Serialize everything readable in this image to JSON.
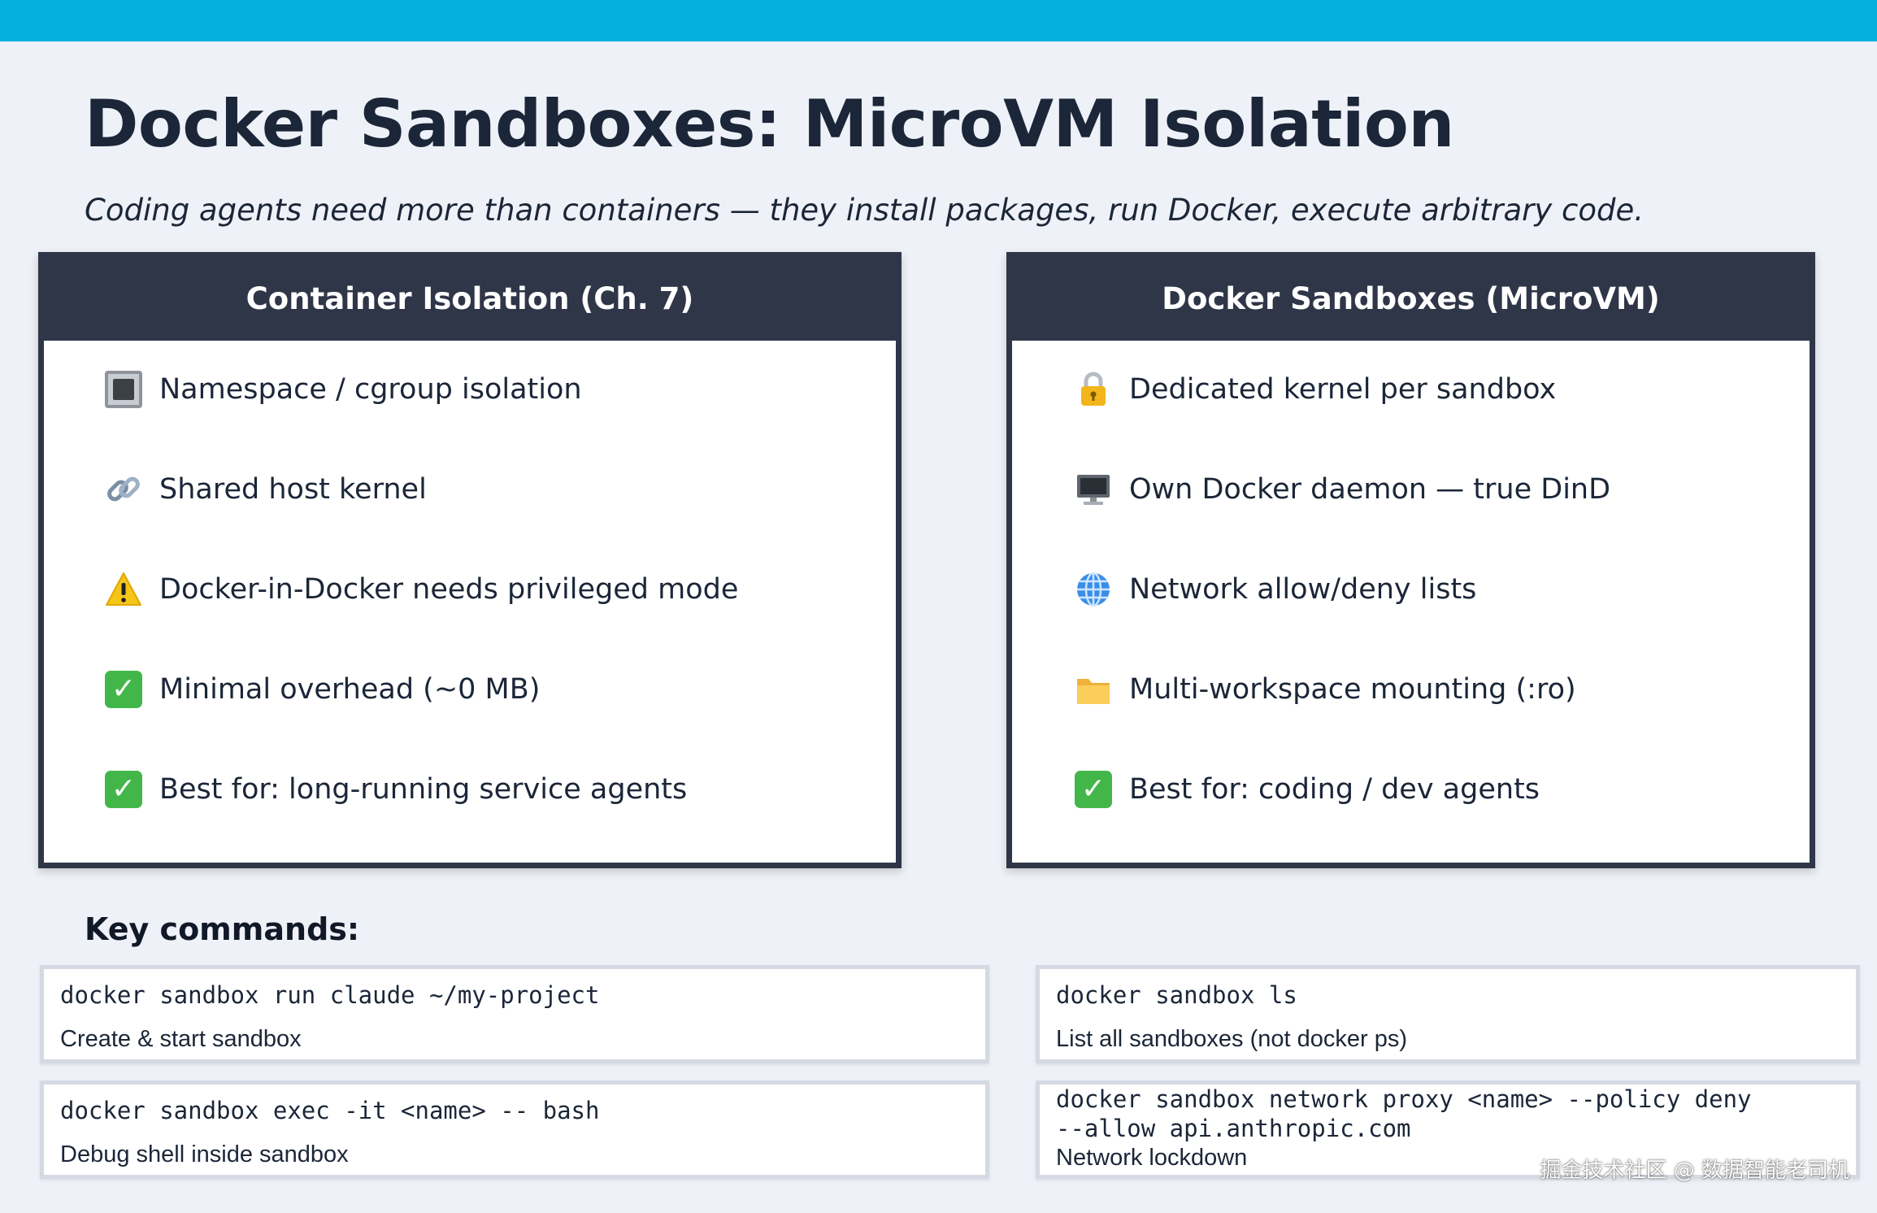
{
  "title": "Docker Sandboxes: MicroVM Isolation",
  "subtitle": "Coding agents need more than containers — they install packages, run Docker, execute arbitrary code.",
  "panels": {
    "container": {
      "header": "Container Isolation (Ch. 7)",
      "items": [
        {
          "icon": "square-icon",
          "text": "Namespace / cgroup isolation"
        },
        {
          "icon": "link-icon",
          "text": "Shared host kernel"
        },
        {
          "icon": "warning-icon",
          "text": "Docker-in-Docker needs privileged mode"
        },
        {
          "icon": "check-icon",
          "text": "Minimal overhead (~0 MB)"
        },
        {
          "icon": "check-icon",
          "text": "Best for: long-running service agents"
        }
      ]
    },
    "sandbox": {
      "header": "Docker Sandboxes (MicroVM)",
      "items": [
        {
          "icon": "lock-icon",
          "text": "Dedicated kernel per sandbox"
        },
        {
          "icon": "monitor-icon",
          "text": "Own Docker daemon — true DinD"
        },
        {
          "icon": "globe-icon",
          "text": "Network allow/deny lists"
        },
        {
          "icon": "folder-icon",
          "text": "Multi-workspace mounting (:ro)"
        },
        {
          "icon": "check-icon",
          "text": "Best for: coding / dev agents"
        }
      ]
    }
  },
  "commands": {
    "label": "Key commands:",
    "items": [
      {
        "code": "docker sandbox run claude ~/my-project",
        "desc": "Create & start sandbox"
      },
      {
        "code": "docker sandbox ls",
        "desc": "List all sandboxes (not docker ps)"
      },
      {
        "code": "docker sandbox exec -it <name> -- bash",
        "desc": "Debug shell inside sandbox"
      },
      {
        "code": "docker sandbox network proxy <name> --policy deny\n--allow api.anthropic.com",
        "desc": "Network lockdown"
      }
    ]
  },
  "watermark": "掘金技术社区 @ 数据智能老司机",
  "colors": {
    "top_bar": "#06b0de",
    "panel_header": "#2f3648",
    "background": "#eef1f7",
    "check": "#43b649"
  }
}
